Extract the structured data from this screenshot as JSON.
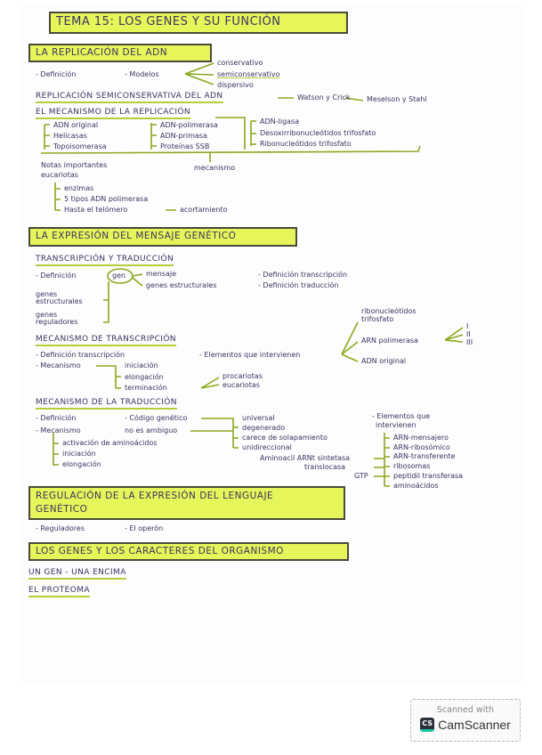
{
  "title": "TEMA 15: LOS GENES Y SU FUNCIÓN",
  "sections": {
    "replicacion": {
      "heading": "LA REPLICACIÓN DEL ADN",
      "definicion": "- Definición",
      "modelos": "- Modelos",
      "modelos_items": [
        "conservativo",
        "semiconservativo",
        "dispersivo"
      ],
      "semiconservativa": "REPLICACIÓN SEMICONSERVATIVA DEL ADN",
      "watson": "Watson y Crick",
      "meselson": "Meselson y Stahl",
      "mecanismo_heading": "EL MECANISMO DE LA REPLICACIÓN",
      "col1": [
        "ADN original",
        "Helicasas",
        "Topoisomerasa"
      ],
      "col2": [
        "ADN-polimerasa",
        "ADN-primasa",
        "Proteínas SSB"
      ],
      "col3": [
        "ADN-ligasa",
        "Desoxirribonucleótidos trifosfato",
        "Ribonucleótidos trifosfato"
      ],
      "mecanismo": "mecanismo",
      "notas": "Notas importantes",
      "eucariotas": "eucariotas",
      "notas_items": [
        "enzimas",
        "5 tipos ADN polimerasa",
        "Hasta el telómero"
      ],
      "acortamiento": "acortamiento"
    },
    "expresion": {
      "heading": "LA EXPRESIÓN DEL MENSAJE GENÉTICO",
      "tt_heading": "TRANSCRIPCIÓN Y TRADUCCIÓN",
      "definicion": "- Definición",
      "gen": "gen",
      "gen_items": [
        "mensaje",
        "genes estructurales"
      ],
      "def_transcripcion": "- Definición transcripción",
      "def_traduccion": "- Definición traducción",
      "genes_estructurales": [
        "genes",
        "estructurales"
      ],
      "genes_reguladores": [
        "genes",
        "reguladores"
      ],
      "transcripcion_heading": "MECANISMO DE TRANSCRIPCIÓN",
      "def_trans": "- Definición transcripción",
      "elementos": "- Elementos que intervienen",
      "elementos_items": [
        "ribonucleótidos",
        "trifosfato",
        "ARN polimerasa",
        "ADN original"
      ],
      "polimerasa_tipos": [
        "I",
        "II",
        "III"
      ],
      "mecanismo": "- Mecanismo",
      "mecanismo_items": [
        "iniciación",
        "elongación",
        "terminación"
      ],
      "terminacion_items": [
        "procariotas",
        "eucariotas"
      ],
      "traduccion_heading": "MECANISMO DE LA TRADUCCIÓN",
      "def_trad": "- Definición",
      "codigo": "- Código genético",
      "codigo_items": [
        "universal",
        "degenerado",
        "carece de solapamiento",
        "unidireccional"
      ],
      "no_ambiguo": "no es ambiguo",
      "mecanismo_trad": "- Mecanismo",
      "mecanismo_trad_items": [
        "activación de aminoácidos",
        "iniciación",
        "elongación"
      ],
      "elementos_trad": [
        "- Elementos que",
        "intervienen"
      ],
      "elementos_trad_items": [
        "ARN-mensajero",
        "ARN-ribosómico",
        "ARN-transferente",
        "ribosomas",
        "peptidil transferasa",
        "aminoácidos"
      ],
      "left_labels": [
        "Aminoacil ARNt sintetasa",
        "translocasa",
        "GTP"
      ]
    },
    "regulacion": {
      "heading_line1": "REGULACIÓN DE LA EXPRESIÓN DEL LENGUAJE",
      "heading_line2": "GENÉTICO",
      "reguladores": "- Reguladores",
      "operon": "- El operón"
    },
    "caracteres": {
      "heading": "LOS GENES Y LOS CARACTERES DEL ORGANISMO",
      "item1": "UN GEN - UNA ENCIMA",
      "item2": "EL PROTEOMA"
    }
  },
  "watermark": {
    "line1": "Scanned with",
    "brand": "CamScanner",
    "logo": "CS"
  },
  "colors": {
    "highlight": "#e6f55a",
    "ink": "#3a3460",
    "green": "#8aa81e"
  }
}
